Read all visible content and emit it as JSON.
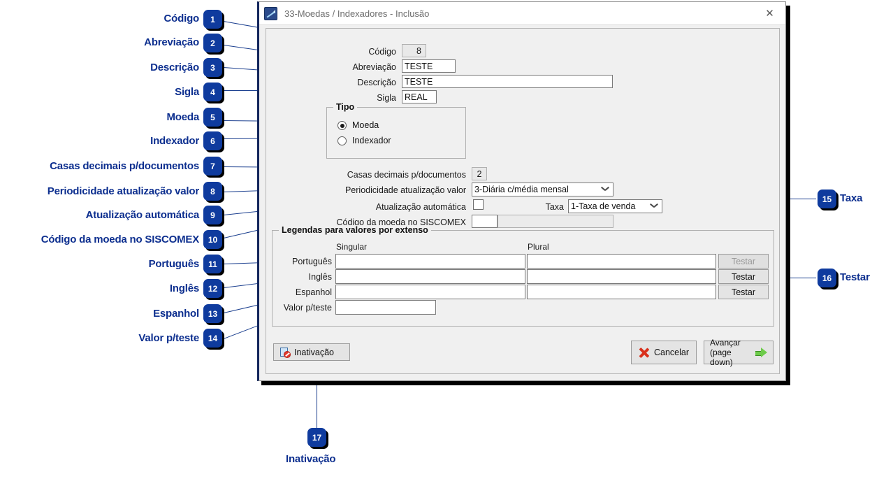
{
  "window": {
    "title": "33-Moedas / Indexadores - Inclusão",
    "app_icon": "chart-arrow-icon",
    "close_icon": "✕"
  },
  "form": {
    "codigo": {
      "label": "Código",
      "value": "8"
    },
    "abreviacao": {
      "label": "Abreviação",
      "value": "TESTE"
    },
    "descricao": {
      "label": "Descrição",
      "value": "TESTE"
    },
    "sigla": {
      "label": "Sigla",
      "value": "REAL"
    },
    "tipo": {
      "legend": "Tipo",
      "moeda": "Moeda",
      "indexador": "Indexador",
      "selected": "Moeda"
    },
    "casas_decimais": {
      "label": "Casas decimais p/documentos",
      "value": "2"
    },
    "periodicidade": {
      "label": "Periodicidade atualização valor",
      "value": "3-Diária c/média mensal"
    },
    "atualizacao_automatica": {
      "label": "Atualização automática",
      "checked": false
    },
    "taxa": {
      "label": "Taxa",
      "value": "1-Taxa de venda"
    },
    "siscomex": {
      "label": "Código da moeda no SISCOMEX",
      "value": "",
      "readonly_value": ""
    }
  },
  "legendas": {
    "legend": "Legendas para valores por extenso",
    "col_singular": "Singular",
    "col_plural": "Plural",
    "rows": [
      {
        "label": "Português",
        "singular": "",
        "plural": "",
        "button": "Testar",
        "disabled": true
      },
      {
        "label": "Inglês",
        "singular": "",
        "plural": "",
        "button": "Testar",
        "disabled": false
      },
      {
        "label": "Espanhol",
        "singular": "",
        "plural": "",
        "button": "Testar",
        "disabled": false
      }
    ],
    "valor_teste": {
      "label": "Valor p/teste",
      "value": ""
    }
  },
  "buttons": {
    "inativacao": "Inativação",
    "cancelar": "Cancelar",
    "avancar_line1": "Avançar",
    "avancar_line2": "(page down)"
  },
  "annotations": {
    "accent": "#0d2f8f",
    "badge_bg": "#0f3b9e",
    "items": [
      {
        "n": "1",
        "label": "Código"
      },
      {
        "n": "2",
        "label": "Abreviação"
      },
      {
        "n": "3",
        "label": "Descrição"
      },
      {
        "n": "4",
        "label": "Sigla"
      },
      {
        "n": "5",
        "label": "Moeda"
      },
      {
        "n": "6",
        "label": "Indexador"
      },
      {
        "n": "7",
        "label": "Casas decimais p/documentos"
      },
      {
        "n": "8",
        "label": "Periodicidade atualização valor"
      },
      {
        "n": "9",
        "label": "Atualização automática"
      },
      {
        "n": "10",
        "label": "Código da moeda no SISCOMEX"
      },
      {
        "n": "11",
        "label": "Português"
      },
      {
        "n": "12",
        "label": "Inglês"
      },
      {
        "n": "13",
        "label": "Espanhol"
      },
      {
        "n": "14",
        "label": "Valor p/teste"
      },
      {
        "n": "15",
        "label": "Taxa"
      },
      {
        "n": "16",
        "label": "Testar"
      },
      {
        "n": "17",
        "label": "Inativação"
      }
    ]
  }
}
